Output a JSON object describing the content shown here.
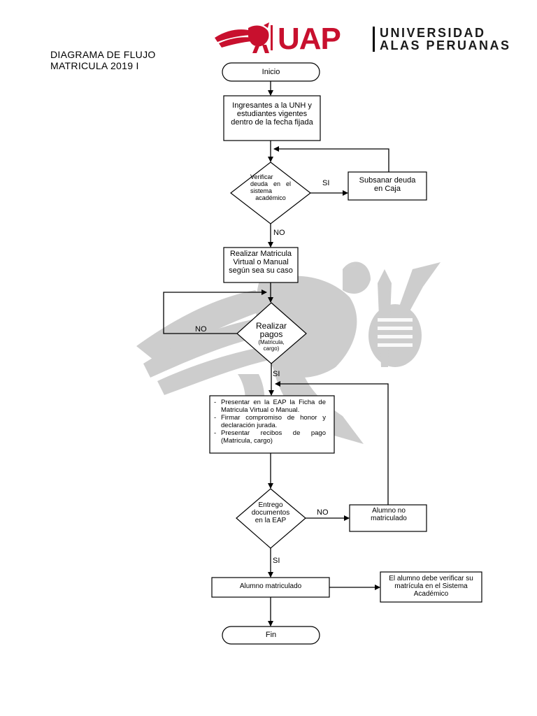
{
  "document": {
    "title_line1": "DIAGRAMA DE FLUJO",
    "title_line2": "MATRICULA 2019 I"
  },
  "logo": {
    "acronym": "UAP",
    "line1": "UNIVERSIDAD",
    "line2": "ALAS PERUANAS",
    "brand_color": "#c8102e"
  },
  "flow": {
    "start": "Inicio",
    "step1": "Ingresantes a la UNH y estudiantes vigentes dentro de la fecha fijada",
    "decision1": "Verificar deuda en el sistema académico",
    "decision1_yes": "SI",
    "decision1_no": "NO",
    "fix_debt": "Subsanar deuda en Caja",
    "step2": "Realizar Matricula Virtual o Manual según sea su caso",
    "decision2_title": "Realizar pagos",
    "decision2_sub": "(Matricula, cargo)",
    "decision2_no": "NO",
    "decision2_yes": "SI",
    "requirements": [
      "Presentar en la EAP la Ficha de Matricula Virtual o Manual.",
      "Firmar compromiso de honor y declaración jurada.",
      "Presentar recibos de pago (Matricula, cargo)"
    ],
    "decision3": "Entrego documentos en la EAP",
    "decision3_no": "NO",
    "decision3_yes": "SI",
    "not_enrolled": "Alumno no matriculado",
    "enrolled": "Alumno matriculado",
    "verify_note": "El alumno debe verificar su matrícula en el Sistema Académico",
    "end": "Fin"
  }
}
